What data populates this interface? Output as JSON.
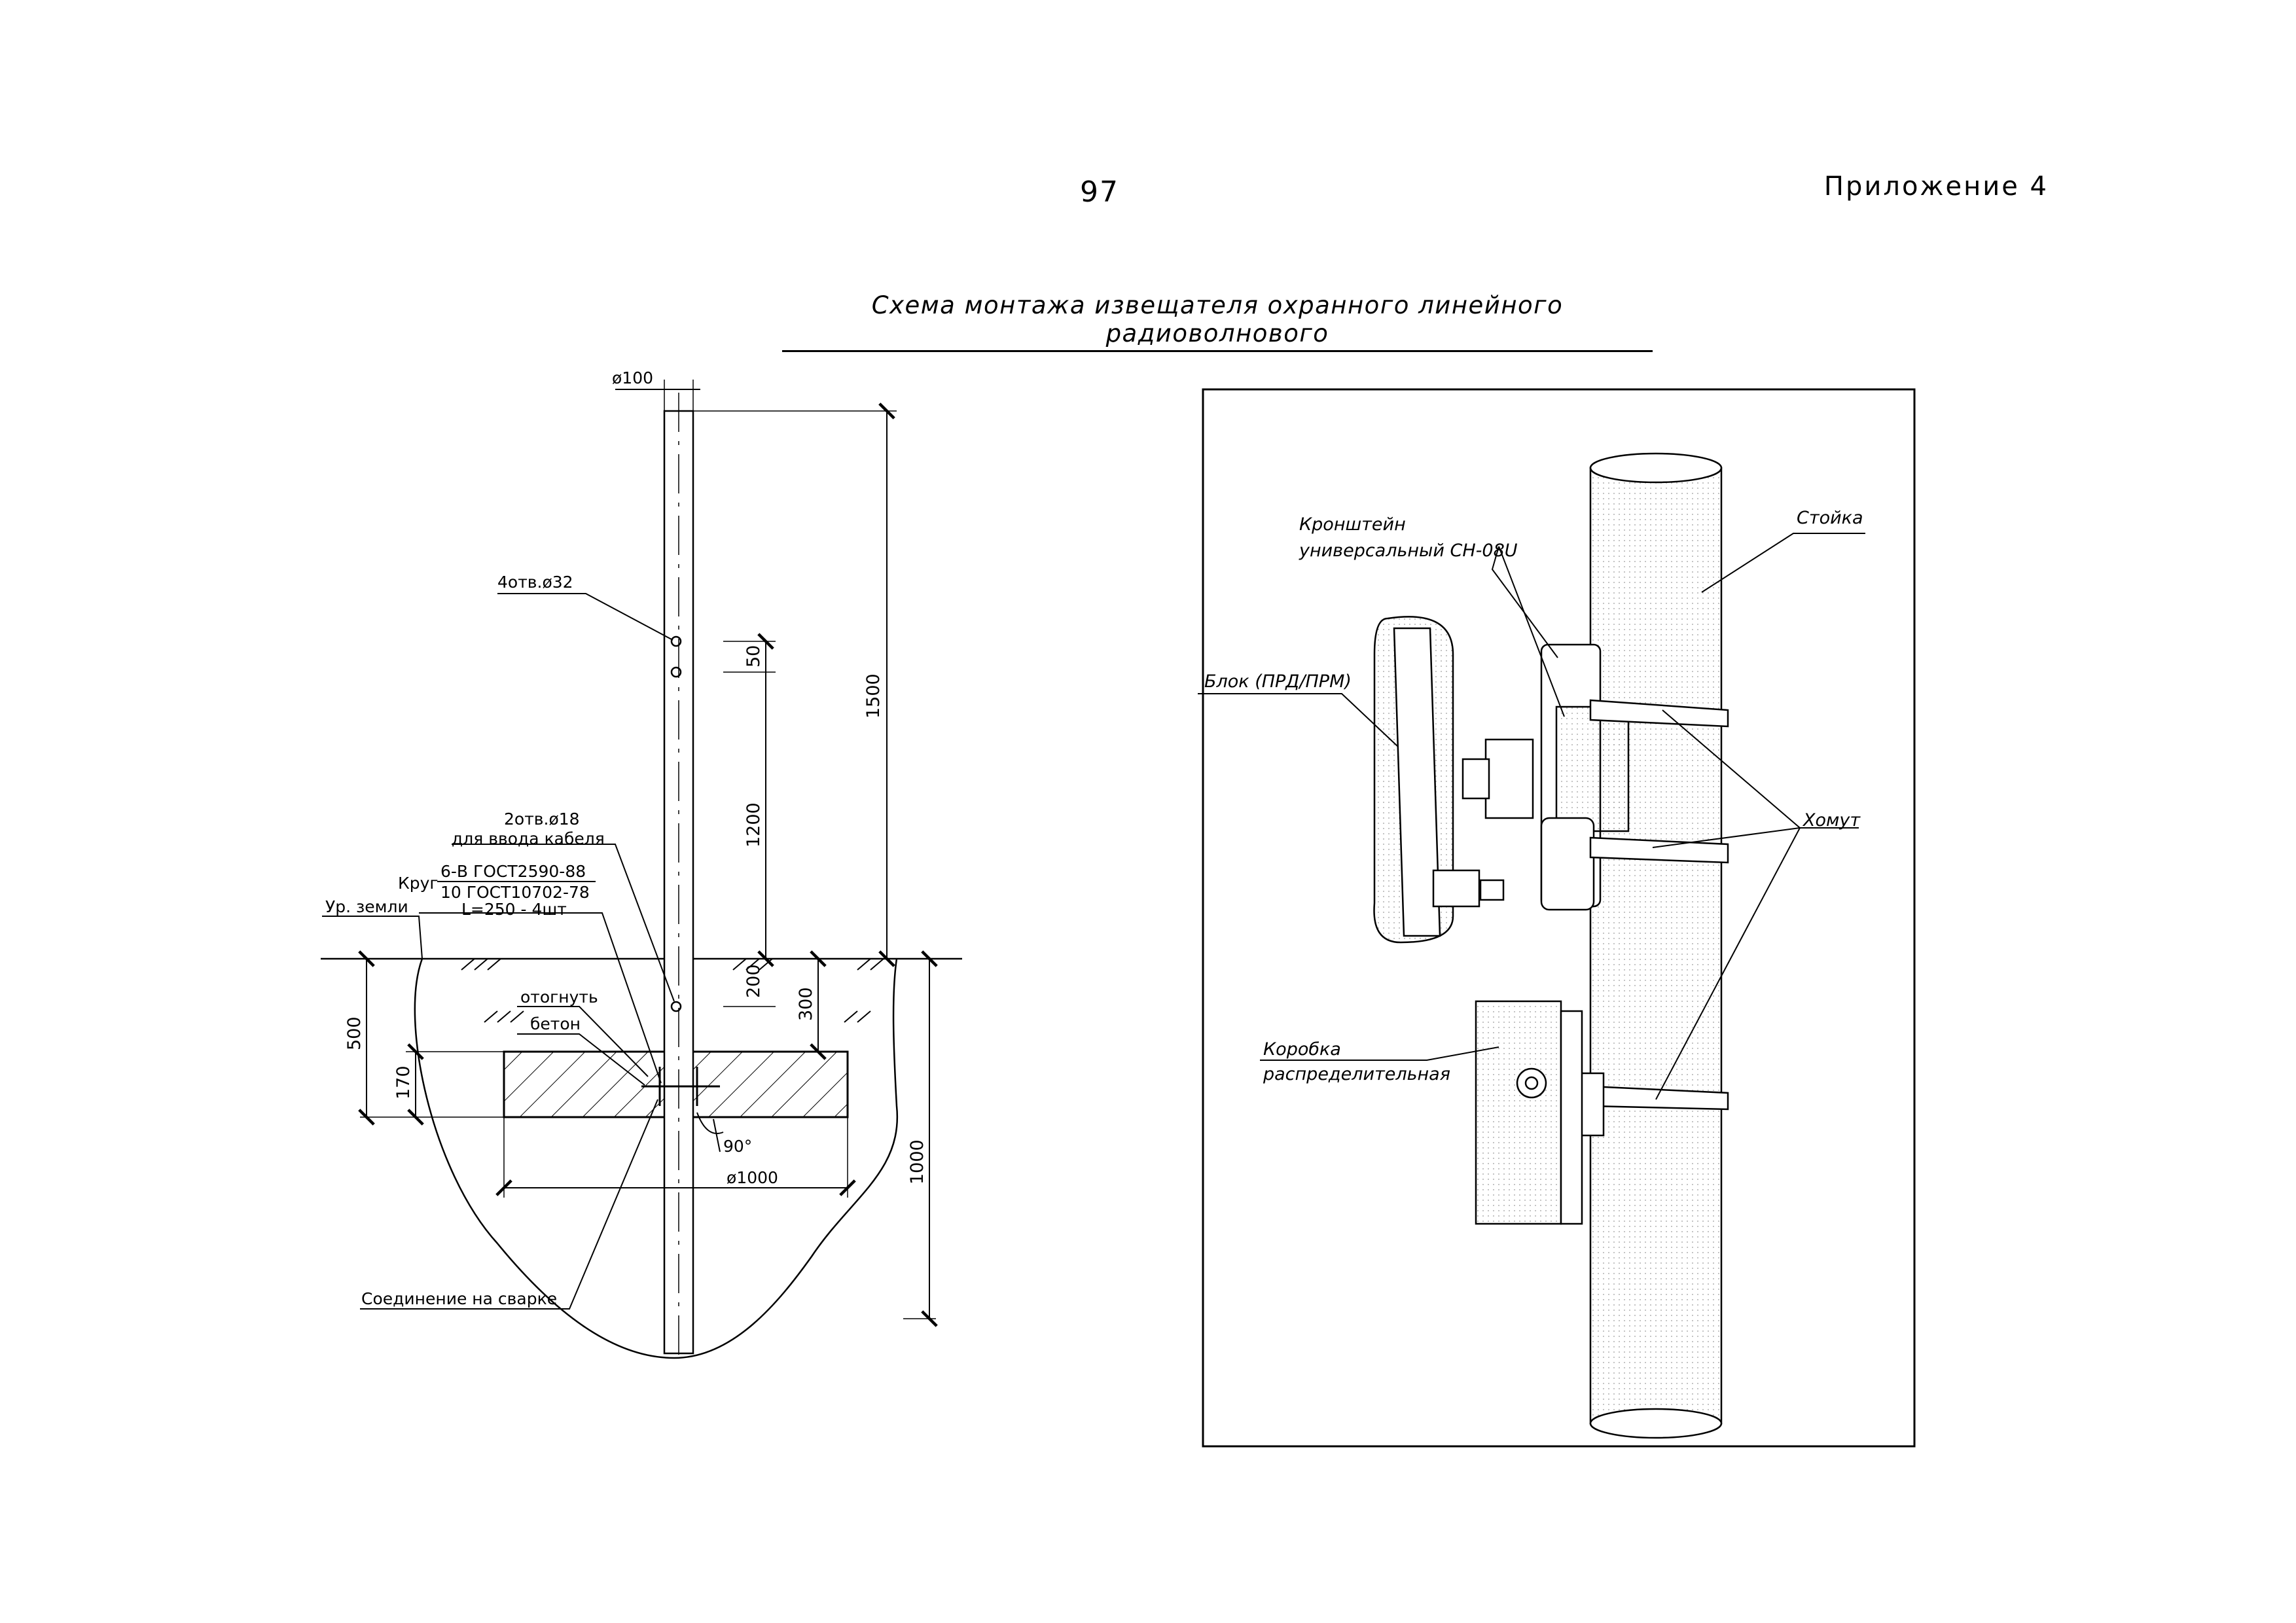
{
  "header": {
    "page_number": "97",
    "appendix": "Приложение 4",
    "title": "Схема монтажа извещателя охранного линейного радиоволнового"
  },
  "foundation_drawing": {
    "labels": {
      "diameter_pipe": "ø100",
      "holes_top": "4отв.ø32",
      "holes_cable_line1": "2отв.ø18",
      "holes_cable_line2": "для ввода кабеля",
      "rod_prefix": "Круг",
      "rod_line1": "6-В ГОСТ2590-88",
      "rod_line2": "10 ГОСТ10702-78",
      "rod_line3": "L=250 - 4шт",
      "ground_level": "Ур. земли",
      "bend": "отогнуть",
      "concrete": "бетон",
      "angle": "90°",
      "diameter_pit": "ø1000",
      "weld": "Соединение на сварке"
    },
    "dimensions": {
      "d_1500": "1500",
      "d_50": "50",
      "d_1200": "1200",
      "d_200": "200",
      "d_300": "300",
      "d_500": "500",
      "d_170": "170",
      "d_1000": "1000"
    }
  },
  "mounting_view": {
    "labels": {
      "bracket_line1": "Кронштейн",
      "bracket_line2": "универсальный СН-08U",
      "post": "Стойка",
      "unit": "Блок (ПРД/ПРМ)",
      "clamp": "Хомут",
      "box_line1": "Коробка",
      "box_line2": "распределительная"
    }
  }
}
